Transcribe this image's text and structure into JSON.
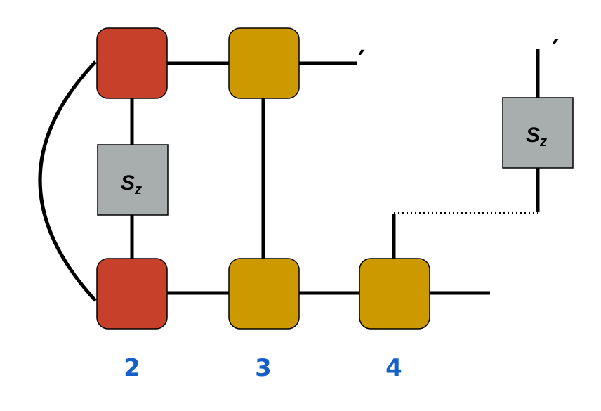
{
  "colors": {
    "red_tensor": "#C7402A",
    "gold_tensor": "#CC9A00",
    "operator": "#A8AEAD",
    "label": "#1560C8",
    "wire": "#000000"
  },
  "operators": {
    "left": {
      "main": "S",
      "sub": "z"
    },
    "right": {
      "main": "S",
      "sub": "z"
    }
  },
  "prime_marks": {
    "top_row": "′",
    "right_leg": "′"
  },
  "site_labels": [
    "2",
    "3",
    "4"
  ]
}
